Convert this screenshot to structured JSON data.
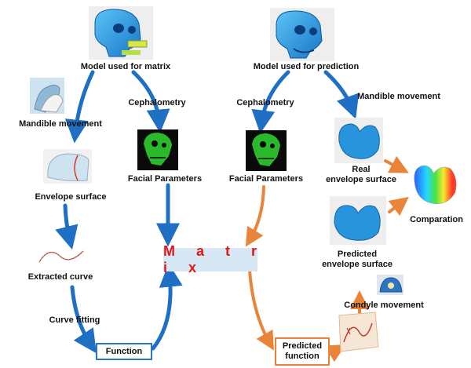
{
  "labels": {
    "model_matrix": "Model used for matrix",
    "model_prediction": "Model used for prediction",
    "cephalometry_left": "Cephalometry",
    "cephalometry_right": "Cephalometry",
    "mandible_movement_left": "Mandible movement",
    "mandible_movement_right": "Mandible movement",
    "facial_parameters_left": "Facial Parameters",
    "facial_parameters_right": "Facial Parameters",
    "envelope_surface": "Envelope surface",
    "extracted_curve": "Extracted curve",
    "curve_fitting": "Curve fitting",
    "function": "Function",
    "matrix": "M a t r i x",
    "real_envelope_line1": "Real",
    "real_envelope_line2": "envelope surface",
    "comparation": "Comparation",
    "predicted_envelope_line1": "Predicted",
    "predicted_envelope_line2": "envelope surface",
    "condyle_movement": "Condyle movement",
    "predicted_function_line1": "Predicted",
    "predicted_function_line2": "function"
  },
  "colors": {
    "blue_arrow": "#1f6fc5",
    "orange_arrow": "#e8853b",
    "matrix_text": "#e0181a",
    "matrix_bg": "#d7e8f5",
    "skull": "#2ea0e6",
    "skeleton_green": "#2ecc2e",
    "dark_bg": "#0a0a0a"
  }
}
